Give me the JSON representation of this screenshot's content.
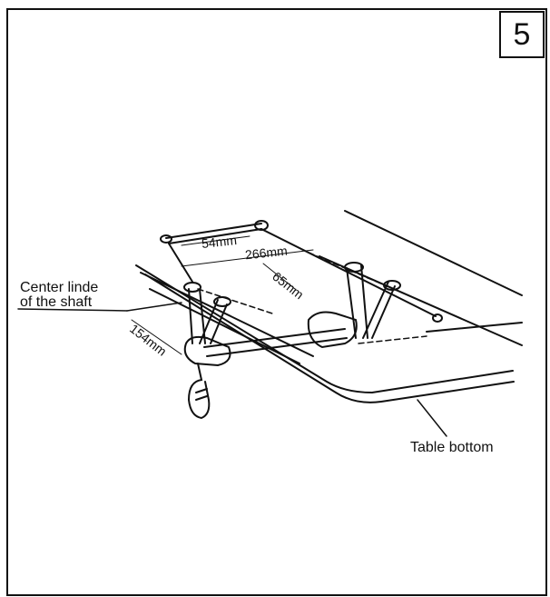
{
  "page_number": "5",
  "labels": {
    "center_line_1": "Center linde",
    "center_line_2": "of the shaft",
    "table_bottom": "Table bottom"
  },
  "dimensions": {
    "d54": "54mm",
    "d266": "266mm",
    "d65": "65mm",
    "d154": "154mm"
  }
}
